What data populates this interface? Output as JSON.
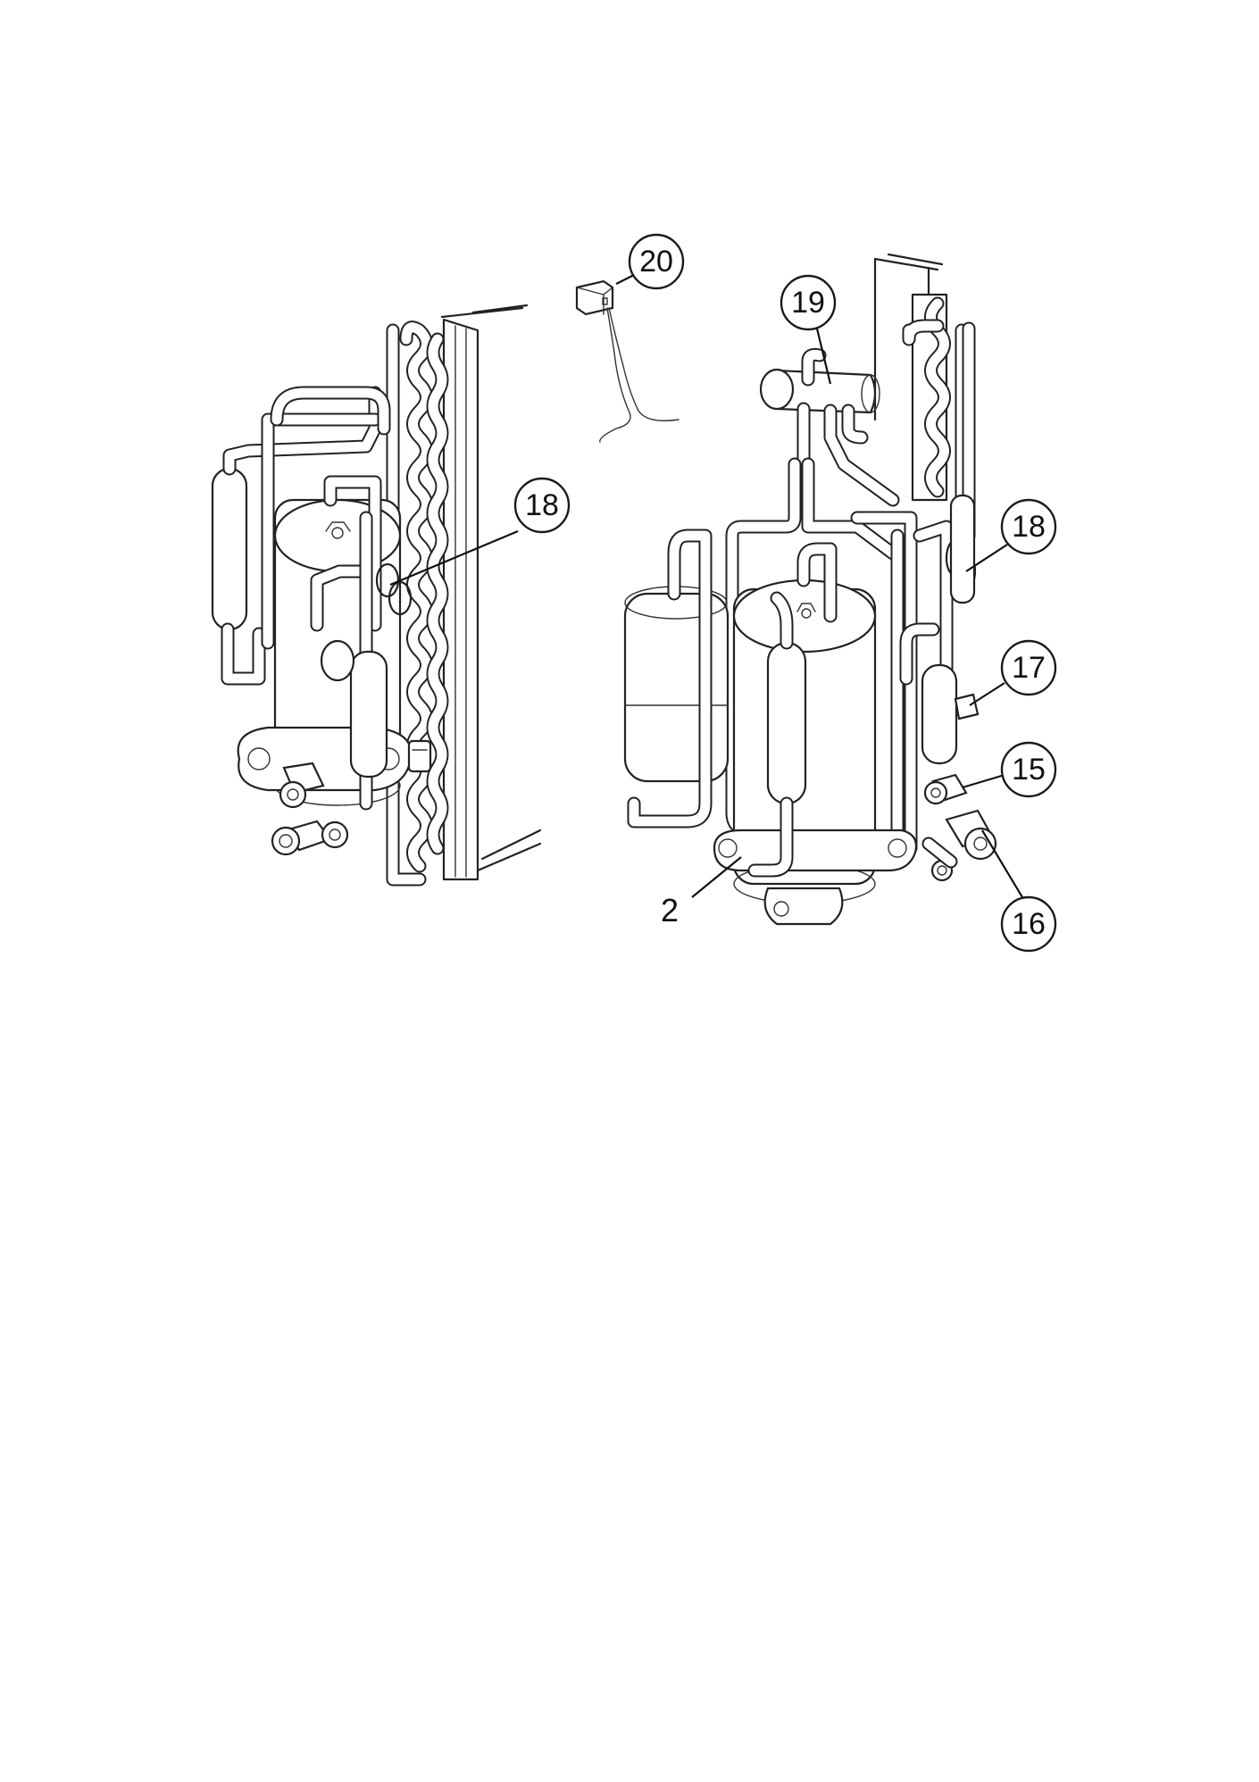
{
  "callouts": {
    "c20": "20",
    "c19": "19",
    "c18_left": "18",
    "c18_right": "18",
    "c17": "17",
    "c15": "15",
    "c16": "16",
    "label_2": "2"
  }
}
